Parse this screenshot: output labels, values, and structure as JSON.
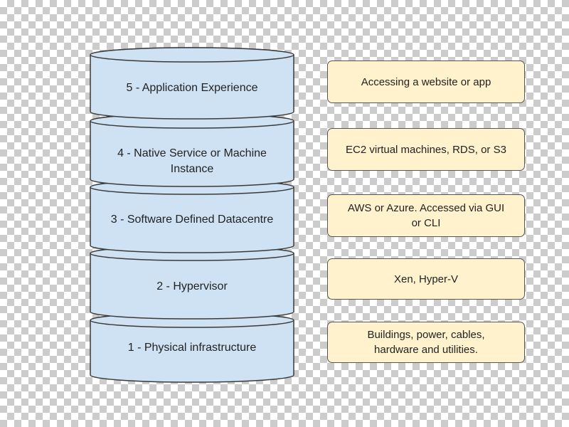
{
  "colors": {
    "cylinder_fill": "#cfe2f3",
    "cylinder_stroke": "#3a3a3a",
    "note_fill": "#fff2cc",
    "note_stroke": "#555555"
  },
  "layers": [
    {
      "label": "5 - Application Experience"
    },
    {
      "label": "4 - Native Service or Machine Instance"
    },
    {
      "label": "3 - Software Defined Datacentre"
    },
    {
      "label": "2 - Hypervisor"
    },
    {
      "label": "1 - Physical infrastructure"
    }
  ],
  "notes": [
    {
      "text": "Accessing a website or app"
    },
    {
      "text": "EC2 virtual machines, RDS, or S3"
    },
    {
      "text": "AWS or Azure. Accessed via GUI or CLI"
    },
    {
      "text": "Xen, Hyper-V"
    },
    {
      "text": "Buildings, power, cables, hardware and utilities."
    }
  ]
}
